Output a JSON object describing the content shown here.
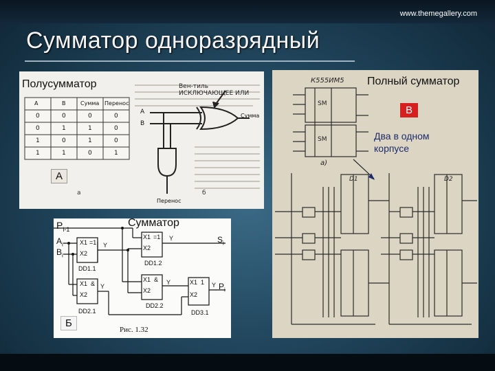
{
  "header": {
    "url": "www.themegallery.com"
  },
  "slide": {
    "title": "Сумматор одноразрядный"
  },
  "half_adder": {
    "label": "Полусумматор",
    "gate_caption": "Вен-тиль ИСКЛЮЧАЮЩЕЕ ИЛИ",
    "sum_label": "Сумма",
    "carry_label": "Перенос",
    "inputs": [
      "A",
      "B"
    ],
    "table": {
      "headers": [
        "A",
        "B",
        "Сумма",
        "Перенос"
      ],
      "rows": [
        [
          "0",
          "0",
          "0",
          "0"
        ],
        [
          "0",
          "1",
          "1",
          "0"
        ],
        [
          "1",
          "0",
          "1",
          "0"
        ],
        [
          "1",
          "1",
          "0",
          "1"
        ]
      ]
    },
    "figure_letter_a": "а",
    "figure_letter_b": "б",
    "tag": "А"
  },
  "adder": {
    "label": "Сумматор",
    "tag": "Б",
    "caption": "Рис. 1.32",
    "p_in": "P",
    "p_in_sub": "i-1",
    "a_in": "A",
    "a_in_sub": "i",
    "b_in": "B",
    "b_in_sub": "i",
    "sum_out": "S",
    "sum_out_sub": "i",
    "p_out": "P",
    "p_out_sub": "i",
    "gates": [
      {
        "id": "DD1.1",
        "op": "=1",
        "in1": "X1",
        "in2": "X2",
        "out": "Y"
      },
      {
        "id": "DD1.2",
        "op": "=1",
        "in1": "X1",
        "in2": "X2",
        "out": "Y"
      },
      {
        "id": "DD2.1",
        "op": "&",
        "in1": "X1",
        "in2": "X2",
        "out": "Y"
      },
      {
        "id": "DD2.2",
        "op": "&",
        "in1": "X1",
        "in2": "X2",
        "out": "Y"
      },
      {
        "id": "DD3.1",
        "op": "1",
        "in1": "X1",
        "in2": "X2",
        "out": "Y"
      }
    ]
  },
  "full_adder": {
    "label": "Полный сумматор",
    "tag": "В",
    "note": "Два в одном корпусе",
    "chip": "К555ИМ5",
    "chip_sm": "SM",
    "diagram_letter": "а)",
    "block_names": [
      "D1",
      "D2"
    ]
  }
}
